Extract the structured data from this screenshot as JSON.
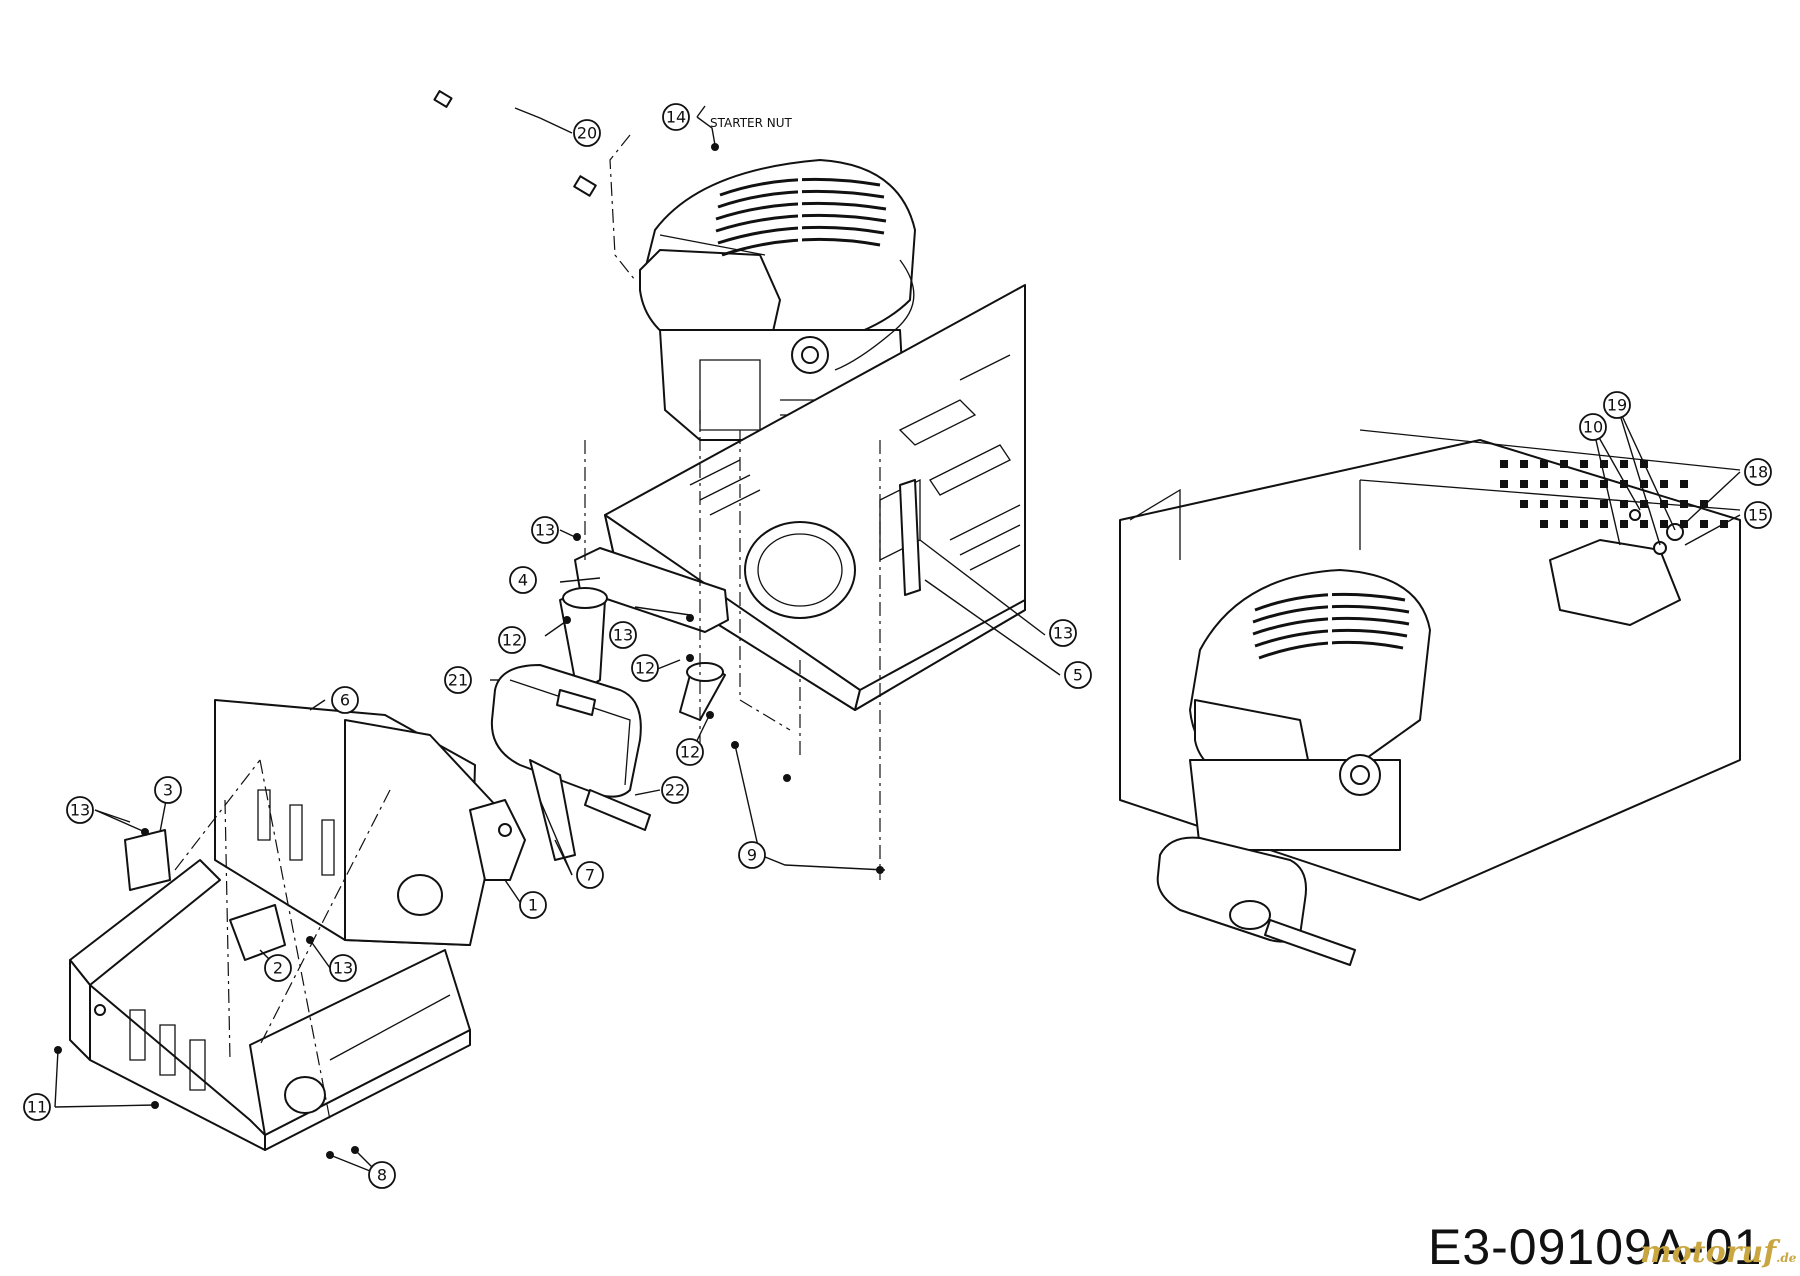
{
  "note": {
    "starter_nut": "STARTER NUT"
  },
  "drawing_number": "E3-09109A-01",
  "watermark": {
    "brand": "motoruf",
    "tld": ".de"
  },
  "callouts": [
    {
      "id": "c1",
      "label": "1"
    },
    {
      "id": "c2",
      "label": "2"
    },
    {
      "id": "c3",
      "label": "3"
    },
    {
      "id": "c4",
      "label": "4"
    },
    {
      "id": "c5",
      "label": "5"
    },
    {
      "id": "c6",
      "label": "6"
    },
    {
      "id": "c7",
      "label": "7"
    },
    {
      "id": "c8",
      "label": "8"
    },
    {
      "id": "c9",
      "label": "9"
    },
    {
      "id": "c10",
      "label": "10"
    },
    {
      "id": "c11",
      "label": "11"
    },
    {
      "id": "c12a",
      "label": "12"
    },
    {
      "id": "c12b",
      "label": "12"
    },
    {
      "id": "c12c",
      "label": "12"
    },
    {
      "id": "c13a",
      "label": "13"
    },
    {
      "id": "c13b",
      "label": "13"
    },
    {
      "id": "c13c",
      "label": "13"
    },
    {
      "id": "c13d",
      "label": "13"
    },
    {
      "id": "c13e",
      "label": "13"
    },
    {
      "id": "c14",
      "label": "14"
    },
    {
      "id": "c15",
      "label": "15"
    },
    {
      "id": "c18",
      "label": "18"
    },
    {
      "id": "c19",
      "label": "19"
    },
    {
      "id": "c20",
      "label": "20"
    },
    {
      "id": "c21",
      "label": "21"
    },
    {
      "id": "c22",
      "label": "22"
    }
  ]
}
